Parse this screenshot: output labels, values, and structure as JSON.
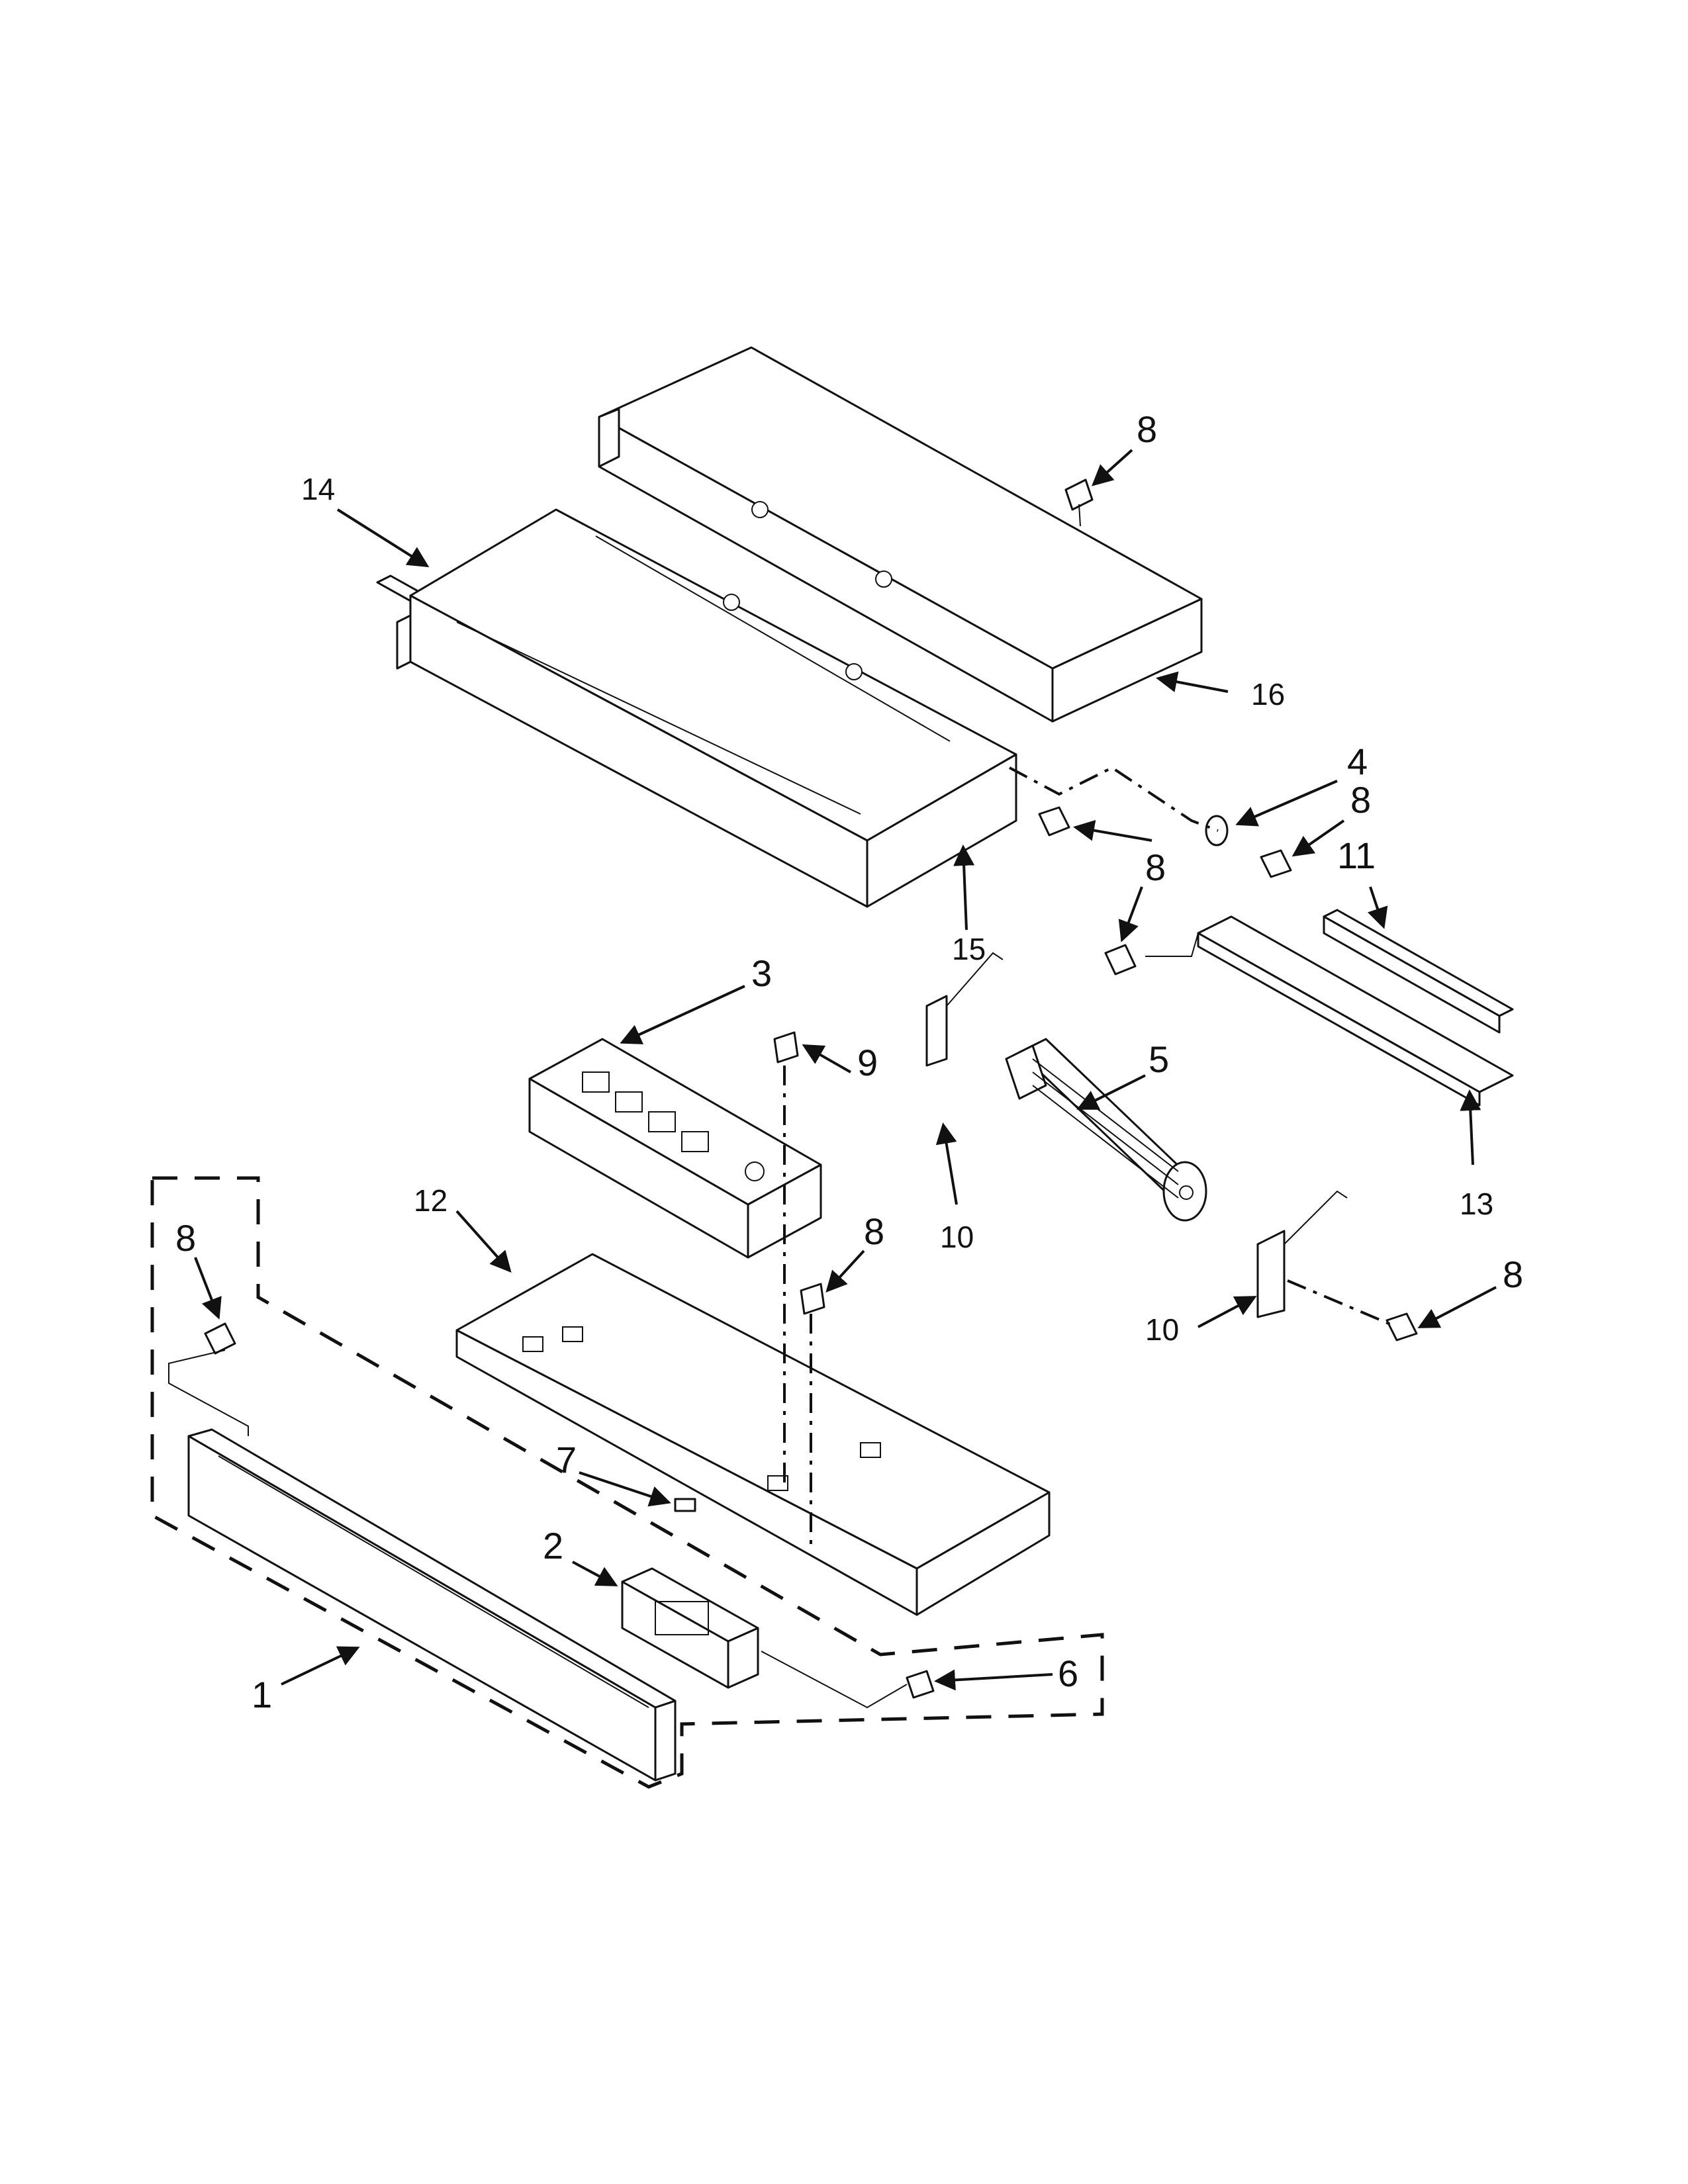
{
  "diagram": {
    "callouts": [
      {
        "id": "c8a",
        "label": "8"
      },
      {
        "id": "c14",
        "label": "14"
      },
      {
        "id": "c16",
        "label": "16"
      },
      {
        "id": "c4",
        "label": "4"
      },
      {
        "id": "c8b",
        "label": "8"
      },
      {
        "id": "c11",
        "label": "11"
      },
      {
        "id": "c8c",
        "label": "8"
      },
      {
        "id": "c15",
        "label": "15"
      },
      {
        "id": "c3",
        "label": "3"
      },
      {
        "id": "c9",
        "label": "9"
      },
      {
        "id": "c5",
        "label": "5"
      },
      {
        "id": "c13",
        "label": "13"
      },
      {
        "id": "c10a",
        "label": "10"
      },
      {
        "id": "c8d",
        "label": "8"
      },
      {
        "id": "c12",
        "label": "12"
      },
      {
        "id": "c8e",
        "label": "8"
      },
      {
        "id": "c10b",
        "label": "10"
      },
      {
        "id": "c8f",
        "label": "8"
      },
      {
        "id": "c7",
        "label": "7"
      },
      {
        "id": "c2",
        "label": "2"
      },
      {
        "id": "c6",
        "label": "6"
      },
      {
        "id": "c1",
        "label": "1"
      }
    ]
  }
}
